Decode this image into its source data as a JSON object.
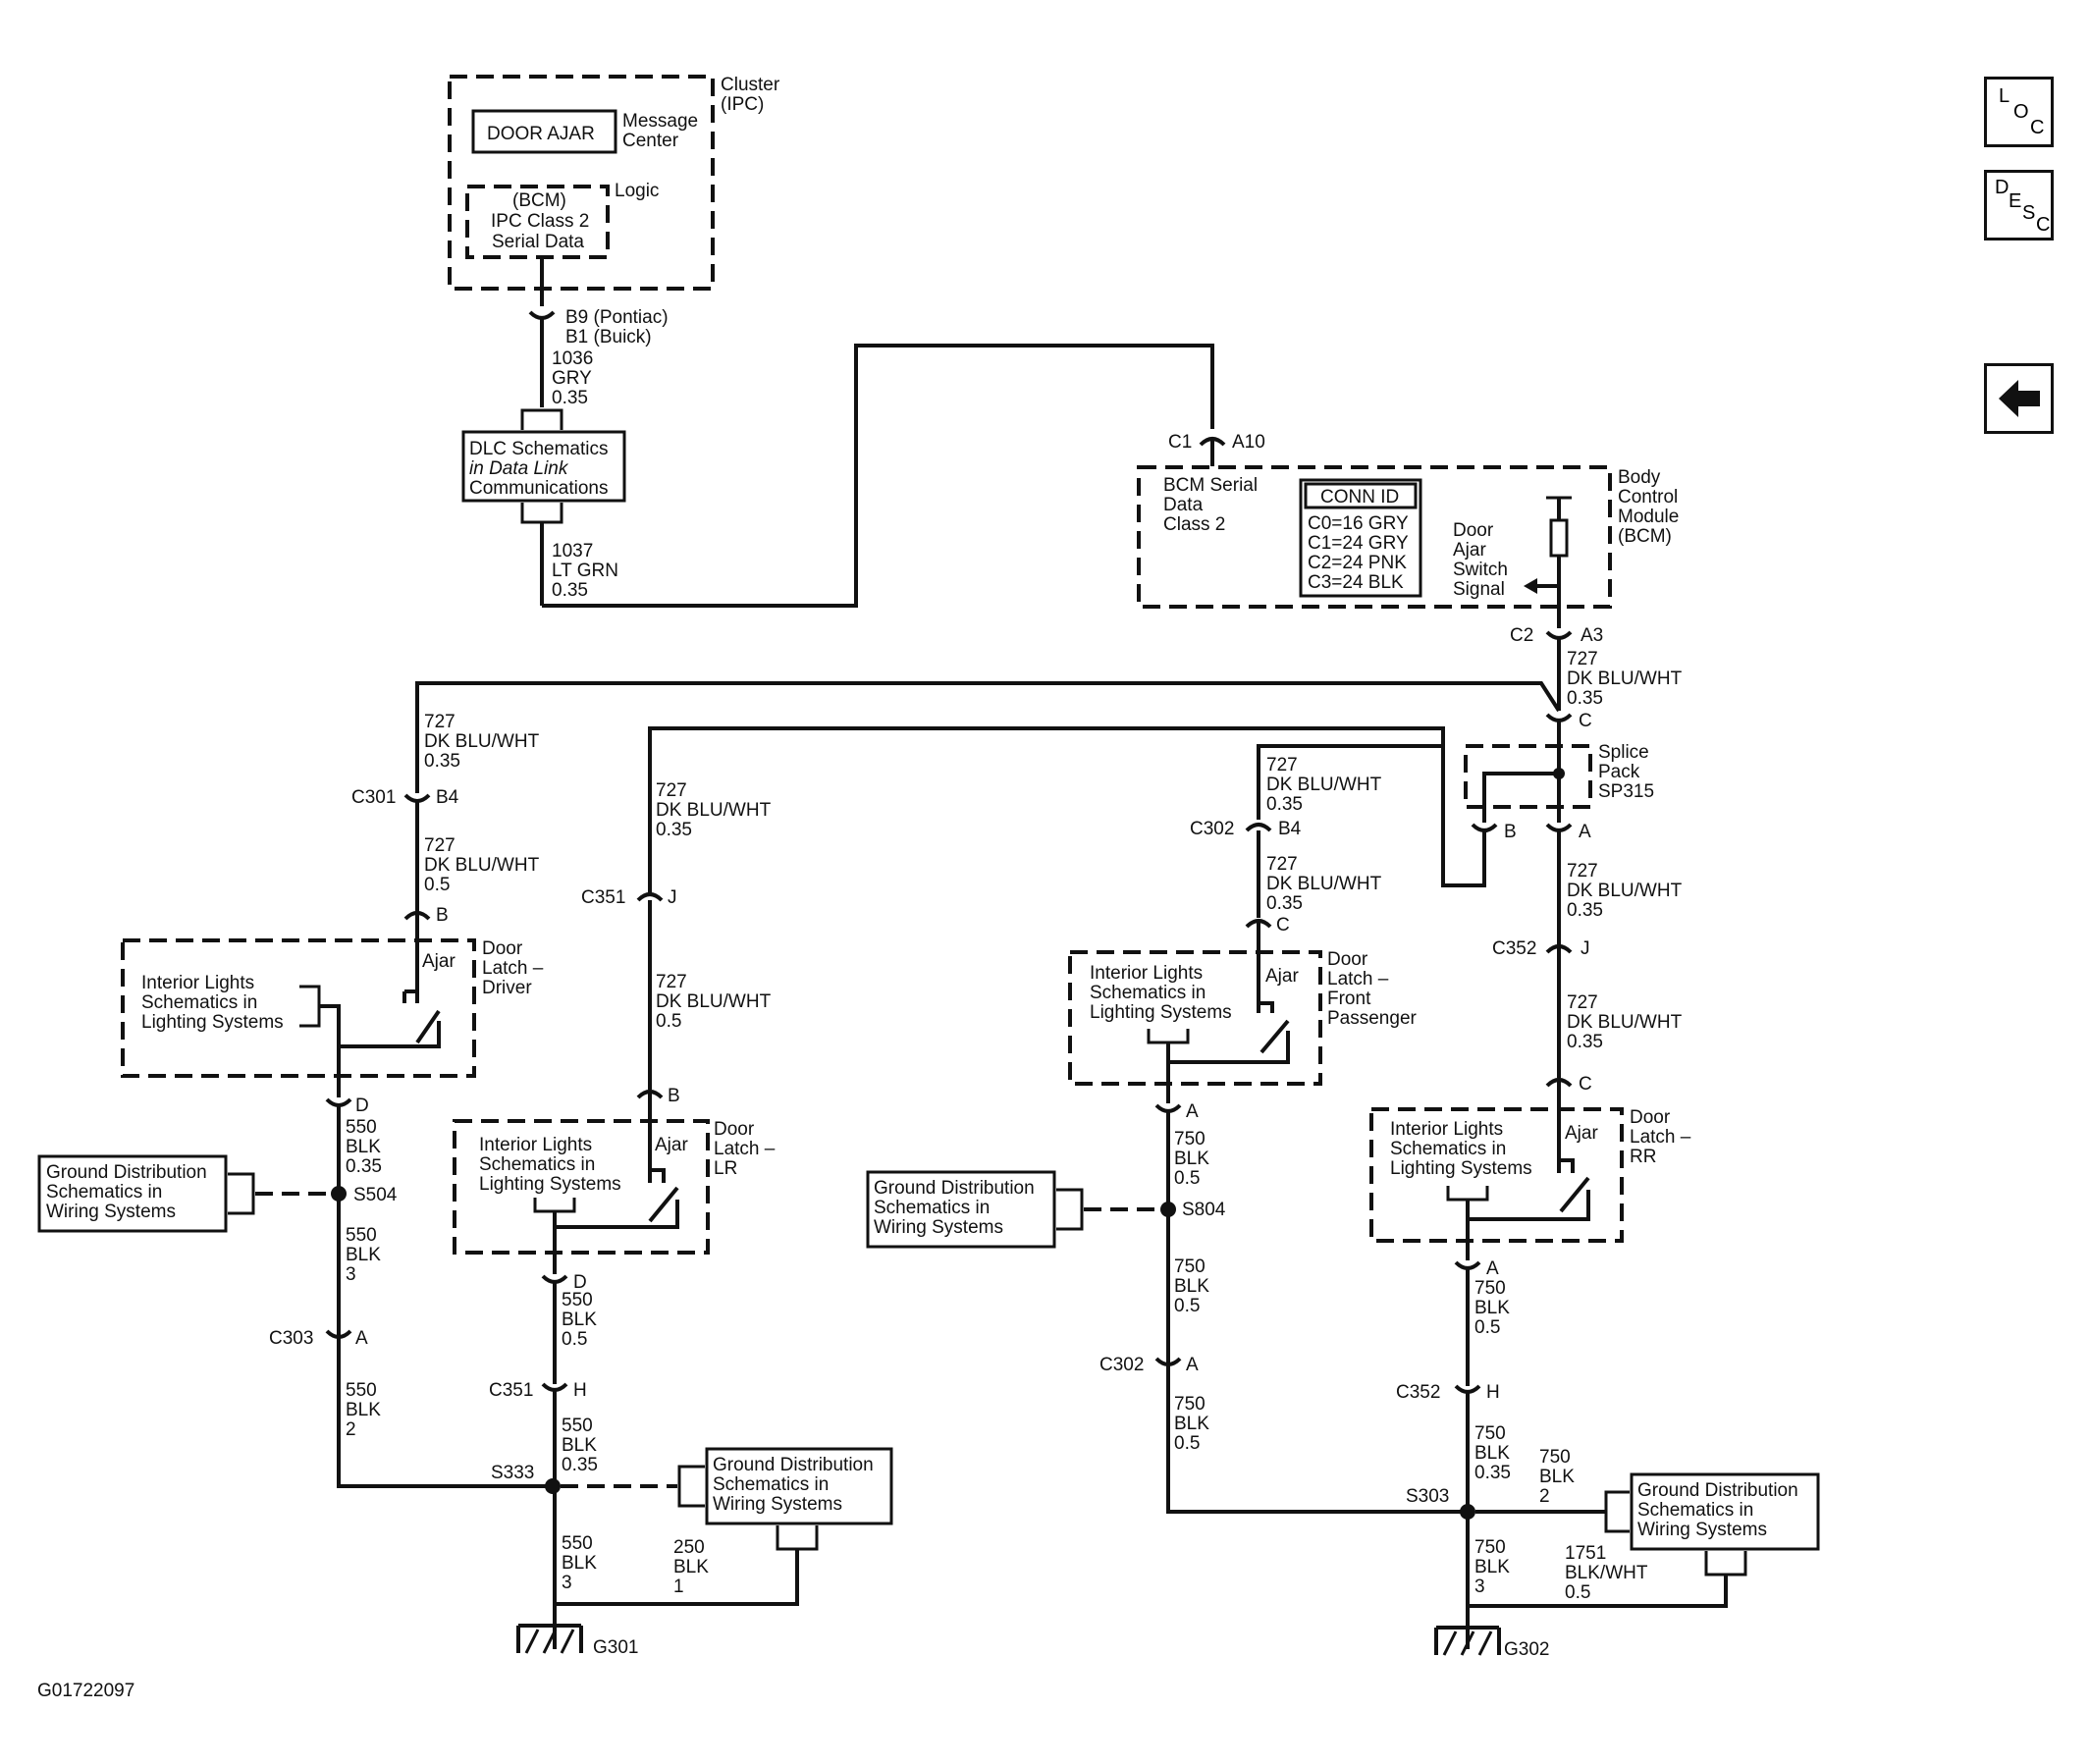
{
  "nav": {
    "loc": {
      "l1": "L",
      "l2": "O",
      "l3": "C"
    },
    "desc": {
      "l1": "D",
      "l2": "E",
      "l3": "S",
      "l4": "C"
    },
    "back_icon": "left-arrow-icon"
  },
  "figure_id": "G01722097",
  "ipc": {
    "label1": "Cluster",
    "label2": "(IPC)",
    "door_ajar": "DOOR AJAR",
    "msg1": "Message",
    "msg2": "Center",
    "logic": "Logic",
    "bcm1": "(BCM)",
    "bcm2": "IPC Class 2",
    "bcm3": "Serial Data"
  },
  "ipc_pin": {
    "l1": "B9 (Pontiac)",
    "l2": "B1 (Buick)"
  },
  "wire_1036": {
    "num": "1036",
    "color": "GRY",
    "size": "0.35"
  },
  "dlc": {
    "l1": "DLC Schematics",
    "l2": "in Data Link",
    "l3": "Communications"
  },
  "wire_1037": {
    "num": "1037",
    "color": "LT GRN",
    "size": "0.35"
  },
  "bcm_top_conn": {
    "c": "C1",
    "pin": "A10"
  },
  "bcm": {
    "serial1": "BCM Serial",
    "serial2": "Data",
    "serial3": "Class 2",
    "conn_id": "CONN ID",
    "c0": "C0=16 GRY",
    "c1": "C1=24 GRY",
    "c2": "C2=24 PNK",
    "c3": "C3=24 BLK",
    "sw1": "Door",
    "sw2": "Ajar",
    "sw3": "Switch",
    "sw4": "Signal",
    "name1": "Body",
    "name2": "Control",
    "name3": "Module",
    "name4": "(BCM)"
  },
  "bcm_bot_conn": {
    "c": "C2",
    "pin": "A3"
  },
  "w727_bcm": {
    "num": "727",
    "color": "DK BLU/WHT",
    "size": "0.35"
  },
  "splice": {
    "pin_c": "C",
    "l1": "Splice",
    "l2": "Pack",
    "l3": "SP315",
    "pin_b": "B",
    "pin_a": "A"
  },
  "driver": {
    "w1": {
      "num": "727",
      "color": "DK BLU/WHT",
      "size": "0.35"
    },
    "c301": {
      "c": "C301",
      "pin": "B4"
    },
    "w2": {
      "num": "727",
      "color": "DK BLU/WHT",
      "size": "0.5"
    },
    "pin_b": "B",
    "ajar": "Ajar",
    "latch1": "Door",
    "latch2": "Latch –",
    "latch3": "Driver",
    "il1": "Interior Lights",
    "il2": "Schematics in",
    "il3": "Lighting Systems",
    "pin_d": "D",
    "w3": {
      "num": "550",
      "color": "BLK",
      "size": "0.35"
    },
    "s504": "S504",
    "gd1": "Ground Distribution",
    "gd2": "Schematics in",
    "gd3": "Wiring Systems",
    "w4": {
      "num": "550",
      "color": "BLK",
      "size": "3"
    },
    "c303": {
      "c": "C303",
      "pin": "A"
    },
    "w5": {
      "num": "550",
      "color": "BLK",
      "size": "2"
    }
  },
  "lr": {
    "w1": {
      "num": "727",
      "color": "DK BLU/WHT",
      "size": "0.35"
    },
    "c351": {
      "c": "C351",
      "pin": "J"
    },
    "w2": {
      "num": "727",
      "color": "DK BLU/WHT",
      "size": "0.5"
    },
    "pin_b": "B",
    "ajar": "Ajar",
    "latch1": "Door",
    "latch2": "Latch –",
    "latch3": "LR",
    "il1": "Interior Lights",
    "il2": "Schematics in",
    "il3": "Lighting Systems",
    "pin_d": "D",
    "w3": {
      "num": "550",
      "color": "BLK",
      "size": "0.5"
    },
    "c351h": {
      "c": "C351",
      "pin": "H"
    },
    "w4": {
      "num": "550",
      "color": "BLK",
      "size": "0.35"
    },
    "s333": "S333",
    "gd1": "Ground Distribution",
    "gd2": "Schematics in",
    "gd3": "Wiring Systems",
    "w5": {
      "num": "550",
      "color": "BLK",
      "size": "3"
    },
    "w6": {
      "num": "250",
      "color": "BLK",
      "size": "1"
    },
    "g301": "G301"
  },
  "fp": {
    "w1": {
      "num": "727",
      "color": "DK BLU/WHT",
      "size": "0.35"
    },
    "c302": {
      "c": "C302",
      "pin": "B4"
    },
    "w2": {
      "num": "727",
      "color": "DK BLU/WHT",
      "size": "0.35"
    },
    "pin_c": "C",
    "ajar": "Ajar",
    "latch1": "Door",
    "latch2": "Latch –",
    "latch3": "Front",
    "latch4": "Passenger",
    "il1": "Interior Lights",
    "il2": "Schematics in",
    "il3": "Lighting Systems",
    "pin_a": "A",
    "w3": {
      "num": "750",
      "color": "BLK",
      "size": "0.5"
    },
    "s804": "S804",
    "gd1": "Ground Distribution",
    "gd2": "Schematics in",
    "gd3": "Wiring Systems",
    "w4": {
      "num": "750",
      "color": "BLK",
      "size": "0.5"
    },
    "c302a": {
      "c": "C302",
      "pin": "A"
    },
    "w5": {
      "num": "750",
      "color": "BLK",
      "size": "0.5"
    }
  },
  "rr": {
    "w1": {
      "num": "727",
      "color": "DK BLU/WHT",
      "size": "0.35"
    },
    "c352": {
      "c": "C352",
      "pin": "J"
    },
    "w2": {
      "num": "727",
      "color": "DK BLU/WHT",
      "size": "0.35"
    },
    "pin_c": "C",
    "ajar": "Ajar",
    "latch1": "Door",
    "latch2": "Latch –",
    "latch3": "RR",
    "il1": "Interior Lights",
    "il2": "Schematics in",
    "il3": "Lighting Systems",
    "pin_a": "A",
    "w3": {
      "num": "750",
      "color": "BLK",
      "size": "0.5"
    },
    "c352h": {
      "c": "C352",
      "pin": "H"
    },
    "w4": {
      "num": "750",
      "color": "BLK",
      "size": "0.35"
    },
    "w4b": {
      "num": "750",
      "color": "BLK",
      "size": "2"
    },
    "s303": "S303",
    "gd1": "Ground Distribution",
    "gd2": "Schematics in",
    "gd3": "Wiring Systems",
    "w5": {
      "num": "750",
      "color": "BLK",
      "size": "3"
    },
    "w6": {
      "num": "1751",
      "color": "BLK/WHT",
      "size": "0.5"
    },
    "g302": "G302"
  }
}
